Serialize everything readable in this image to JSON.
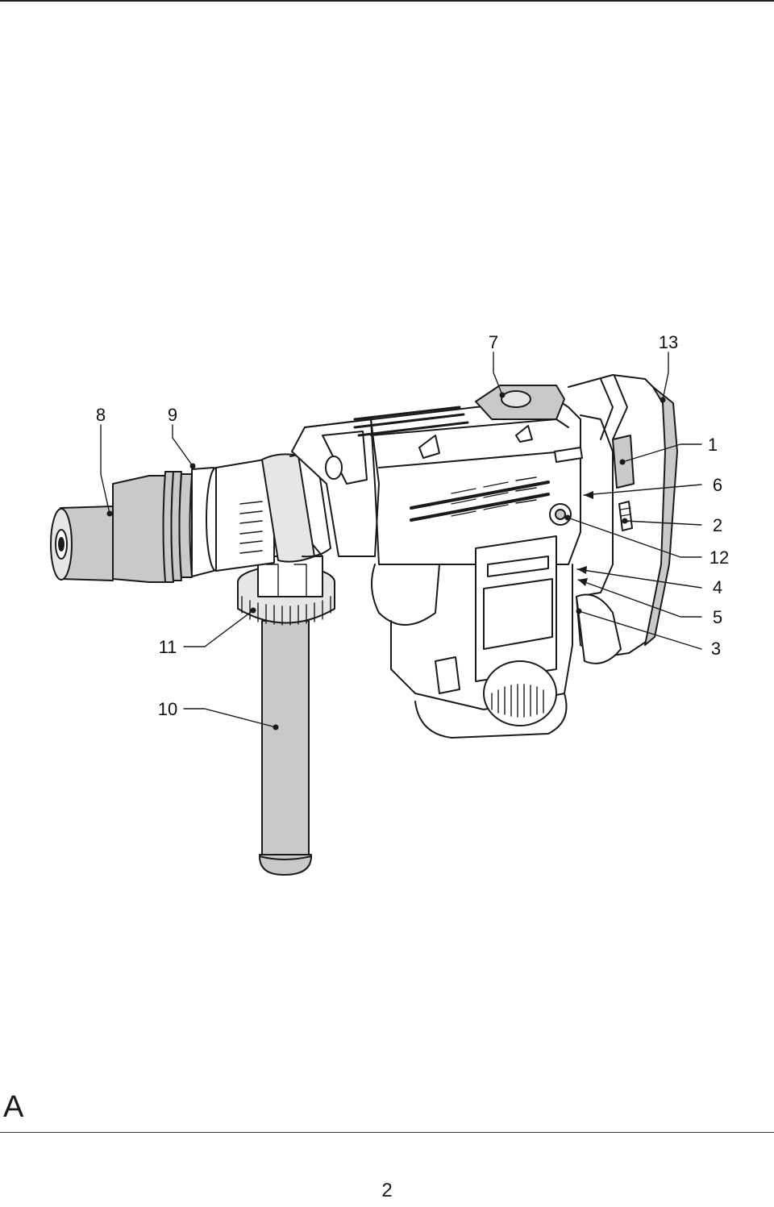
{
  "figure": {
    "letter": "A",
    "callouts": {
      "c1": "1",
      "c2": "2",
      "c3": "3",
      "c4": "4",
      "c5": "5",
      "c6": "6",
      "c7": "7",
      "c8": "8",
      "c9": "9",
      "c10": "10",
      "c11": "11",
      "c12": "12",
      "c13": "13"
    }
  },
  "page": {
    "number": "2"
  },
  "colors": {
    "line": "#1a1a1a",
    "shade": "#c9c9c9",
    "light": "#e6e6e6"
  }
}
